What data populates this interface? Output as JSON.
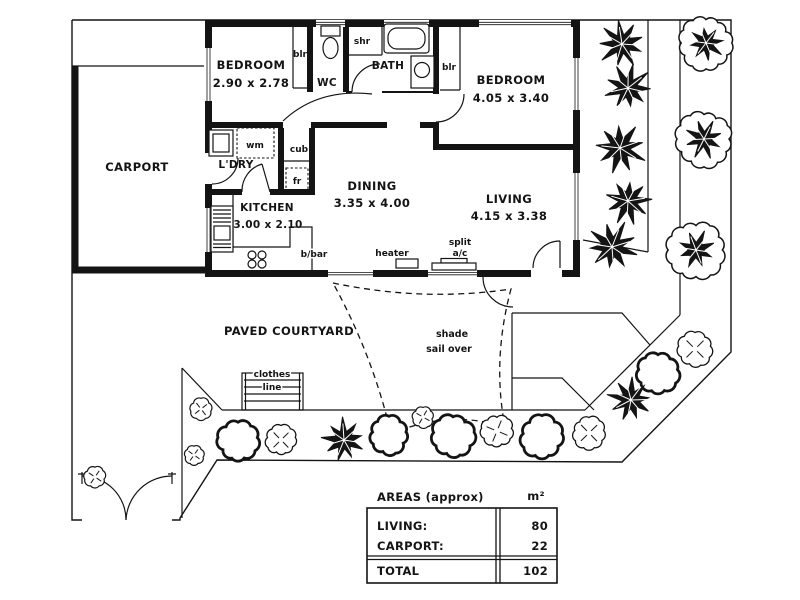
{
  "plan": {
    "rooms": {
      "bedroom1": {
        "name": "BEDROOM",
        "dims": "2.90 x 2.78"
      },
      "bedroom2": {
        "name": "BEDROOM",
        "dims": "4.05 x 3.40"
      },
      "wc": {
        "name": "WC"
      },
      "bath": {
        "name": "BATH"
      },
      "shower": {
        "name": "shr"
      },
      "robe1": {
        "name": "blr"
      },
      "robe2": {
        "name": "blr"
      },
      "carport": {
        "name": "CARPORT"
      },
      "laundry": {
        "name": "L'DRY"
      },
      "kitchen": {
        "name": "KITCHEN",
        "dims": "3.00 x 2.10"
      },
      "dining": {
        "name": "DINING",
        "dims": "3.35 x 4.00"
      },
      "living": {
        "name": "LIVING",
        "dims": "4.15 x 3.38"
      }
    },
    "fixtures": {
      "washing_machine": "wm",
      "cupboard": "cub",
      "fridge": "fr",
      "breakfast_bar": "b/bar",
      "heater": "heater",
      "split_ac_line1": "split",
      "split_ac_line2": "a/c"
    },
    "outdoor": {
      "courtyard": "PAVED COURTYARD",
      "shade_sail_line1": "shade",
      "shade_sail_line2": "sail over",
      "clothesline_line1": "clothes",
      "clothesline_line2": "line"
    }
  },
  "areas_table": {
    "title": "AREAS (approx)",
    "unit": "m²",
    "rows": [
      {
        "label": "LIVING:",
        "value": "80"
      },
      {
        "label": "CARPORT:",
        "value": "22"
      }
    ],
    "total": {
      "label": "TOTAL",
      "value": "102"
    }
  },
  "colors": {
    "ink": "#141414",
    "background": "#ffffff"
  }
}
